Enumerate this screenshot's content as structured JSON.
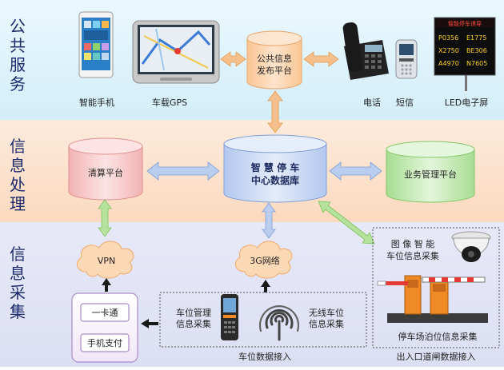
{
  "bands": {
    "public_service": "公共服务",
    "info_processing": "信息处理",
    "info_collection": "信息采集"
  },
  "devices": {
    "smartphone": "智能手机",
    "car_gps": "车载GPS",
    "phone": "电话",
    "sms": "短信",
    "led_screen": "LED电子屏"
  },
  "nodes": {
    "public_platform_line1": "公共信息",
    "public_platform_line2": "发布平台",
    "center_line1": "智 慧 停 车",
    "center_line2": "中心数据库",
    "clearing_platform": "清算平台",
    "business_platform": "业务管理平台",
    "vpn": "VPN",
    "net_3g": "3G网络"
  },
  "payment": {
    "card": "一卡通",
    "mobile_pay": "手机支付"
  },
  "collection": {
    "spot_mgmt_line1": "车位管理",
    "spot_mgmt_line2": "信息采集",
    "wireless_line1": "无线车位",
    "wireless_line2": "信息采集",
    "spot_access": "车位数据接入",
    "image_line1": "图 像 智 能",
    "image_line2": "车位信息采集",
    "lot_collection": "停车场泊位信息采集",
    "gate_access": "出入口道闸数据接入"
  },
  "led_sign": {
    "title": "智能停车诱导",
    "rows": [
      "P0356",
      "E1775",
      "X2750",
      "BE306",
      "A4970",
      "N7605"
    ]
  },
  "colors": {
    "band_top": "#dff3fb",
    "band_mid": "#fde3cf",
    "band_bottom": "#e3e6f7",
    "cyl_orange": "#fdd8b3",
    "cyl_blue": "#cfdcf5",
    "cyl_pink": "#f8d0d0",
    "cyl_green": "#cdeec2",
    "arrow_orange": "#f6c08d",
    "arrow_blue": "#9fb9e3",
    "arrow_green": "#b5e29c",
    "cloud": "#fcd9b5",
    "panel": "#f4e9f7",
    "panel_border": "#a98cc8"
  }
}
